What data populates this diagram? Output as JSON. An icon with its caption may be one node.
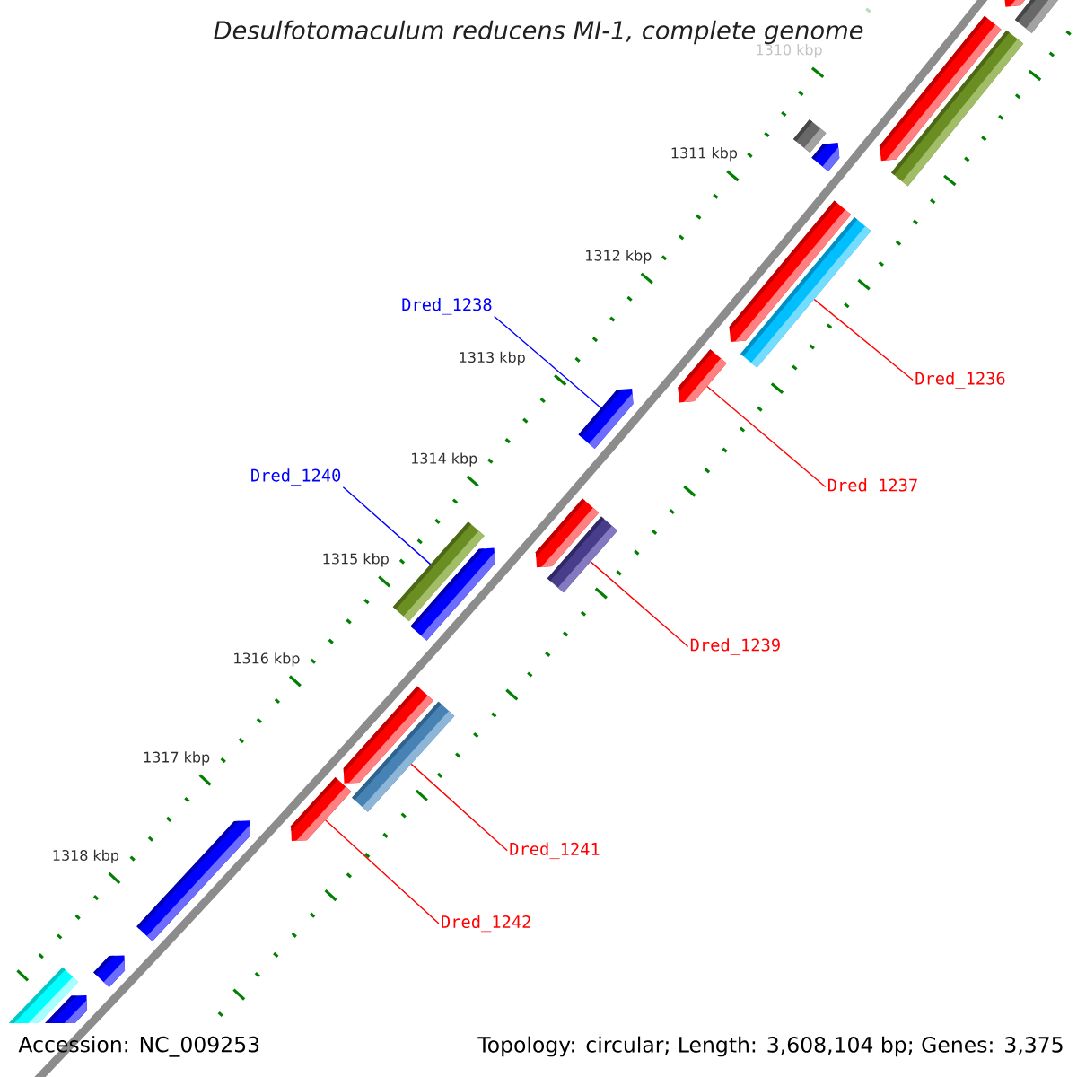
{
  "diagram": {
    "title": "Desulfotomaculum reducens MI-1, complete genome",
    "nodes": [
      {
        "text": [
          "Dred_1238"
        ]
      },
      {
        "text": [
          "Dred_1236"
        ]
      },
      {
        "text": [
          "Dred_1240"
        ]
      },
      {
        "text": [
          "Dred_1237"
        ]
      },
      {
        "text": [
          "Dred_1239"
        ]
      },
      {
        "text": [
          "Dred_1241"
        ]
      },
      {
        "text": [
          "Dred_1242"
        ]
      },
      {
        "text": [],
        "shape": "bar"
      },
      {
        "text": [],
        "shape": "bar"
      },
      {
        "text": [],
        "shape": "bar"
      },
      {
        "text": [],
        "shape": "bar"
      },
      {
        "text": [],
        "shape": "bar"
      },
      {
        "text": [],
        "shape": "bar"
      },
      {
        "text": [],
        "shape": "bar"
      },
      {
        "text": [],
        "shape": "bar"
      },
      {
        "text": [],
        "shape": "bar"
      },
      {
        "text": [],
        "shape": "bar"
      },
      {
        "text": [],
        "shape": "bar"
      },
      {
        "text": [],
        "shape": "bar"
      },
      {
        "text": [],
        "shape": "bar"
      },
      {
        "text": [],
        "shape": "bar"
      },
      {
        "text": [],
        "shape": "bar"
      },
      {
        "text": [],
        "shape": "bar"
      },
      {
        "text": [],
        "shape": "bar"
      },
      {
        "text": [],
        "shape": "bar"
      },
      {
        "text": [],
        "shape": "bar"
      },
      {
        "text": [],
        "shape": "bar"
      },
      {
        "text": [],
        "shape": "bar"
      }
    ],
    "edges": [
      {
        "from": 0,
        "to": 16,
        "arrow": "none",
        "color": "#0000ff"
      },
      {
        "from": 1,
        "to": 14,
        "arrow": "none"
      },
      {
        "from": 2,
        "to": 18,
        "arrow": "none",
        "color": "#0000ff"
      },
      {
        "from": 3,
        "to": 15,
        "arrow": "none"
      },
      {
        "from": 4,
        "to": 19,
        "arrow": "none"
      },
      {
        "from": 5,
        "to": 22,
        "arrow": "none"
      },
      {
        "from": 6,
        "to": 23,
        "arrow": "none"
      }
    ],
    "labels": [
      "1310 kbp",
      "1311 kbp",
      "1312 kbp",
      "1313 kbp",
      "1314 kbp",
      "1315 kbp",
      "1316 kbp",
      "1317 kbp",
      "1318 kbp",
      "Accession: NC_009253",
      "Topology: circular; Length: 3,608,104 bp; Genes: 3,375"
    ]
  }
}
